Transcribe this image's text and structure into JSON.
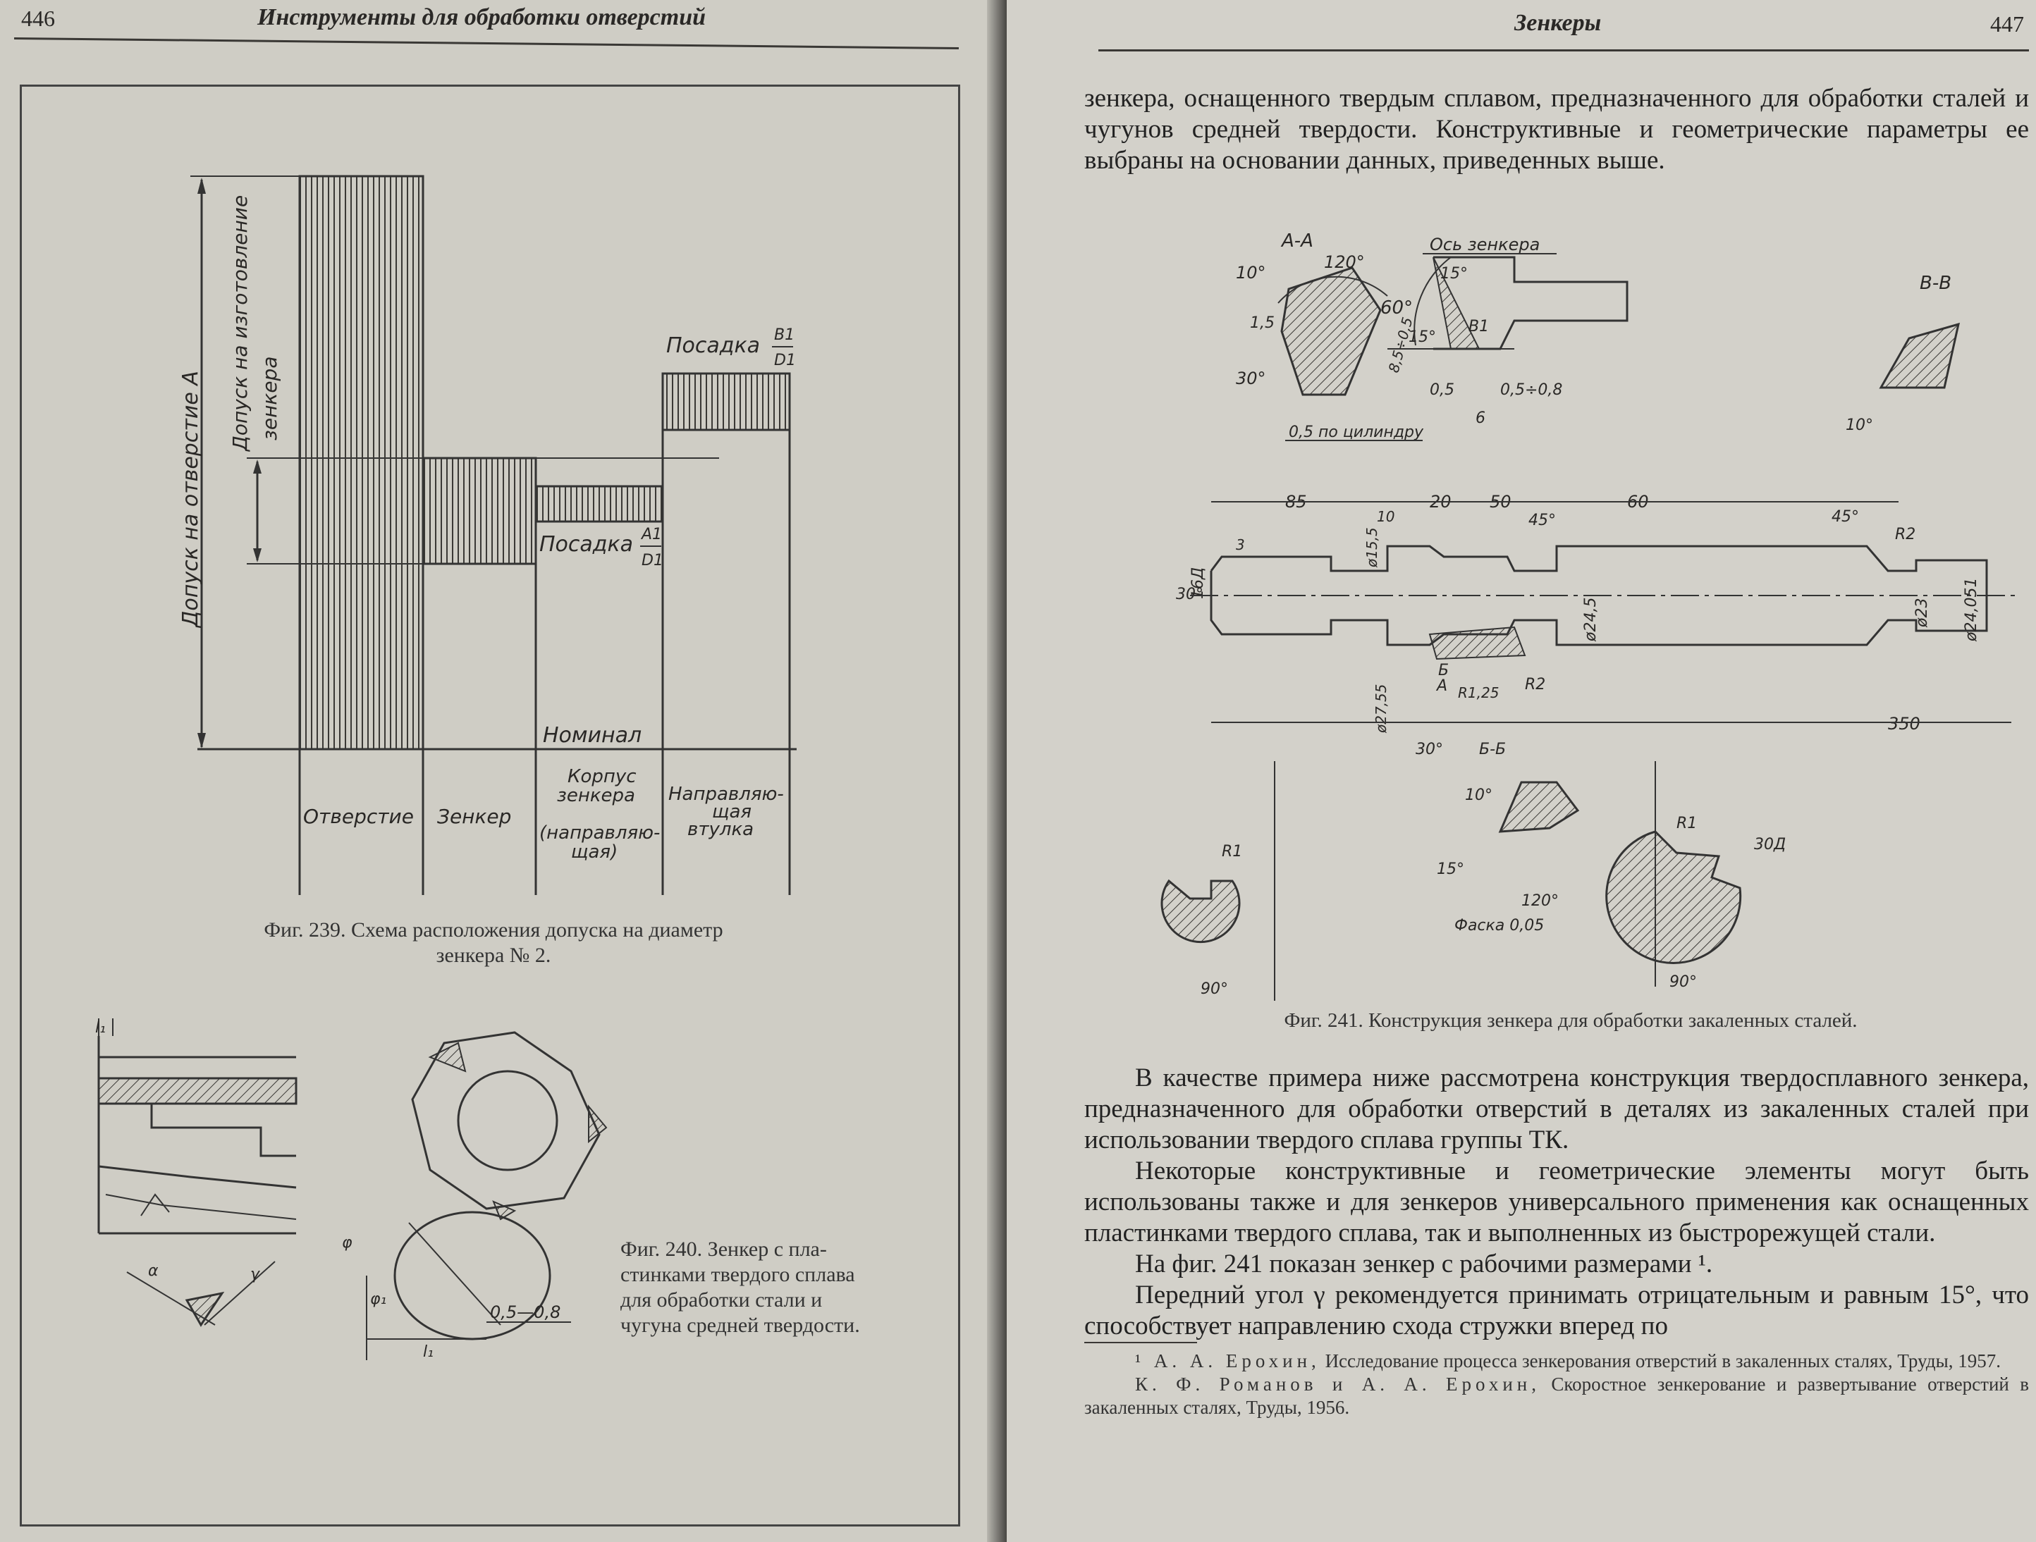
{
  "left_page": {
    "page_number": "446",
    "running_title": "Инструменты для обработки отверстий",
    "fig239": {
      "labels": {
        "tolerance_hole": "Допуск на отверстие А",
        "tolerance_manufacture": "Допуск на изготовление",
        "tolerance_manufacture_2": "зенкера",
        "fit_b1d1": "Посадка",
        "fit_b1d1_num": "B1",
        "fit_b1d1_den": "D1",
        "fit_a1d1": "Посадка",
        "fit_a1d1_num": "A1",
        "fit_a1d1_den": "D1",
        "nominal": "Номинал",
        "col_hole": "Отверстие",
        "col_reamer": "Зенкер",
        "col_body_1": "Корпус",
        "col_body_2": "зенкера",
        "col_body_3": "(направляю-",
        "col_body_4": "щая)",
        "col_bush_1": "Направляю-",
        "col_bush_2": "щая",
        "col_bush_3": "втулка"
      },
      "caption_1": "Фиг. 239. Схема расположения допуска на диаметр",
      "caption_2": "зенкера № 2."
    },
    "fig240": {
      "labels": {
        "l1_top": "l₁",
        "l1_bottom": "l₁",
        "dim": "0,5—0,8",
        "alpha": "α",
        "gamma": "γ",
        "phi": "φ",
        "phi1": "φ₁"
      },
      "caption_1": "Фиг. 240. Зенкер с пла-",
      "caption_2": "стинками твердого сплава",
      "caption_3": "для обработки стали и",
      "caption_4": "чугуна средней твердости."
    }
  },
  "right_page": {
    "page_number": "447",
    "running_title": "Зенкеры",
    "intro": "зенкера, оснащенного твердым сплавом, предназначенного для обработки сталей и чугунов средней твердости. Конструктивные и геометрические параметры ее выбраны на основании данных, приведенных выше.",
    "fig241": {
      "labels": {
        "section_aa": "А-А",
        "axis": "Ось зенкера",
        "section_bb": "В-В",
        "section_bb2": "Б-Б",
        "a120": "120°",
        "a10": "10°",
        "a30": "30°",
        "a60": "60°",
        "a15": "15°",
        "b1": "B1",
        "d15": "1,5",
        "d85": "8,5÷0,5",
        "d05cyl": "0,5 по цилиндру",
        "d05": "0,5",
        "d058": "0,5÷0,8",
        "d6": "6",
        "d85l": "85",
        "d10": "10",
        "d20": "20",
        "d50": "50",
        "d60": "60",
        "a45": "45°",
        "r2": "R2",
        "d3": "3",
        "d16": "16Д",
        "d155": "ø15,5",
        "d245": "ø24,5",
        "d23": "ø23",
        "d24051": "ø24,051",
        "d2755": "ø27,55",
        "d350": "350",
        "b_mark": "Б",
        "a_mark": "А",
        "r125": "R1,25",
        "r1": "R1",
        "d30d": "30Д",
        "chamfer": "Фаска 0,05",
        "a90": "90°",
        "a120b": "120°"
      },
      "caption": "Фиг. 241. Конструкция зенкера для обработки закаленных сталей."
    },
    "paragraphs": [
      "В качестве примера ниже рассмотрена конструкция твердосплавного зенкера, предназначенного для обработки отверстий в деталях из закаленных сталей при использовании твердого сплава группы ТК.",
      "Некоторые конструктивные и геометрические элементы могут быть использованы также и для зенкеров универсального применения как оснащенных пластинками твердого сплава, так и выполненных из быстрорежущей стали.",
      "На фиг. 241 показан зенкер с рабочими размерами ¹.",
      "Передний угол γ рекомендуется принимать отрицательным и равным 15°, что способствует направлению схода стружки вперед по"
    ],
    "footnotes": [
      {
        "author": "¹ А. А. Ерохин,",
        "text": "Исследование процесса зенкерования отверстий в закаленных сталях, Труды, 1957."
      },
      {
        "author": "К. Ф. Романов и А. А. Ерохин,",
        "text": "Скоростное зенкерование и развертывание отверстий в закаленных сталях, Труды, 1956."
      }
    ]
  }
}
